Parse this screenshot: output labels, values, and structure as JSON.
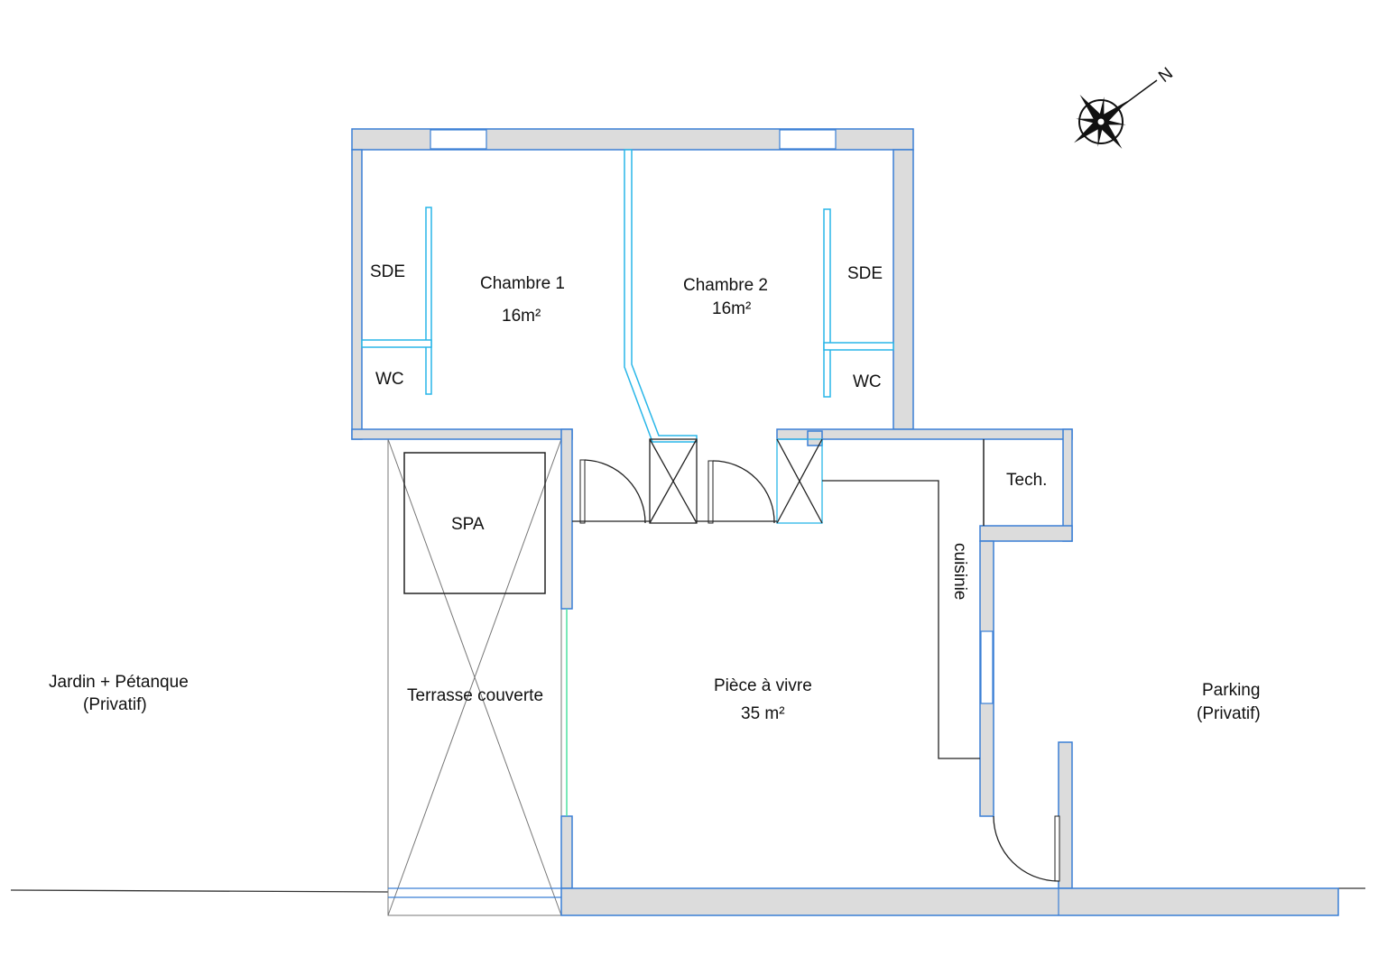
{
  "rooms": {
    "sde_left": "SDE",
    "wc_left": "WC",
    "chambre1_name": "Chambre 1",
    "chambre1_area": "16m²",
    "chambre2_name": "Chambre 2",
    "chambre2_area": "16m²",
    "sde_right": "SDE",
    "wc_right": "WC",
    "spa": "SPA",
    "terrasse": "Terrasse couverte",
    "piece_name": "Pièce à vivre",
    "piece_area": "35 m²",
    "cuisine": "cuisinie",
    "tech": "Tech."
  },
  "outside": {
    "jardin_line1": "Jardin + Pétanque",
    "jardin_line2": "(Privatif)",
    "parking_line1": "Parking",
    "parking_line2": "(Privatif)"
  },
  "compass": {
    "north_label": "N"
  },
  "colors": {
    "wall_fill": "#dcdcdc",
    "wall_outline": "#3a7fd5",
    "partition": "#29b6e8",
    "glass": "#4ee0a0"
  }
}
